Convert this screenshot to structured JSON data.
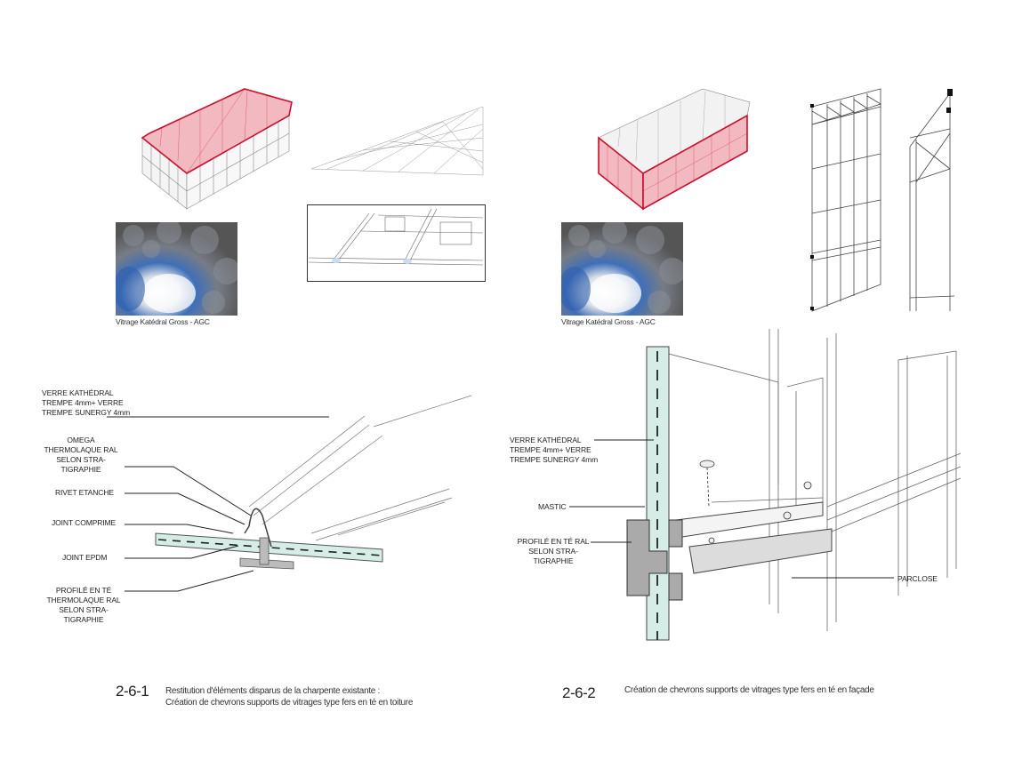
{
  "panel_left": {
    "photo_caption": "Vitrage Katédral Gross - AGC",
    "detail_labels": {
      "verre": "VERRE KATHÉDRAL TREMPE 4mm+ VERRE TREMPE  SUNERGY 4mm",
      "omega": "OMEGA THERMOLAQUE RAL SELON STRA-TIGRAPHIE",
      "rivet": "RIVET ETANCHE",
      "joint_comprime": "JOINT COMPRIME",
      "joint_epdm": "JOINT EPDM",
      "profile": "PROFILÉ EN TÉ THERMOLAQUE RAL SELON STRA-TIGRAPHIE"
    },
    "figure_number": "2-6-1",
    "figure_title_line1": "Restitution d'éléments disparus de la charpente existante :",
    "figure_title_line2": "Création de chevrons supports de vitrages type fers en té en toiture"
  },
  "panel_right": {
    "photo_caption": "Vitrage Katédral Gross - AGC",
    "detail_labels": {
      "verre": "VERRE KATHÉDRAL TREMPE 4mm+ VERRE TREMPE  SUNERGY 4mm",
      "mastic": "MASTIC",
      "profile": "PROFILÉ EN TÉ RAL SELON STRA-TIGRAPHIE",
      "parclose": "PARCLOSE"
    },
    "figure_number": "2-6-2",
    "figure_title": "Création de chevrons supports de vitrages type fers en té en façade"
  },
  "colors": {
    "highlight_red": "#c8102e",
    "highlight_fill": "#f2b9c0",
    "glass_tint": "#d6ece6",
    "line": "#444444"
  }
}
